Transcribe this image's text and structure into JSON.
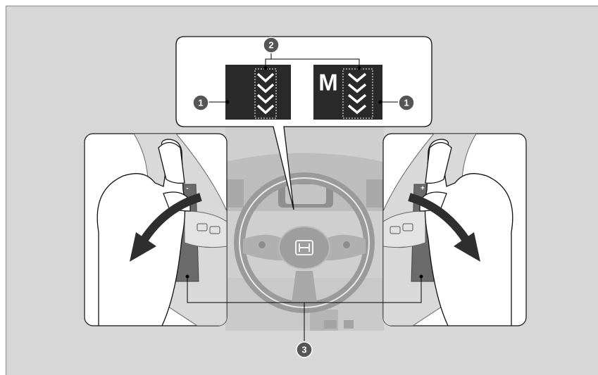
{
  "figure": {
    "callouts": [
      {
        "id": "c1-left",
        "number": "1"
      },
      {
        "id": "c1-right",
        "number": "1"
      },
      {
        "id": "c2",
        "number": "2"
      },
      {
        "id": "c3",
        "number": "3"
      }
    ],
    "display_mode_letter": "M",
    "paddle_left_sign": "-",
    "paddle_right_sign": "+",
    "colors": {
      "background": "#d7d7d7",
      "panel": "#ffffff",
      "display": "#2a2a2a",
      "callout": "#555555",
      "line": "#000000"
    }
  }
}
